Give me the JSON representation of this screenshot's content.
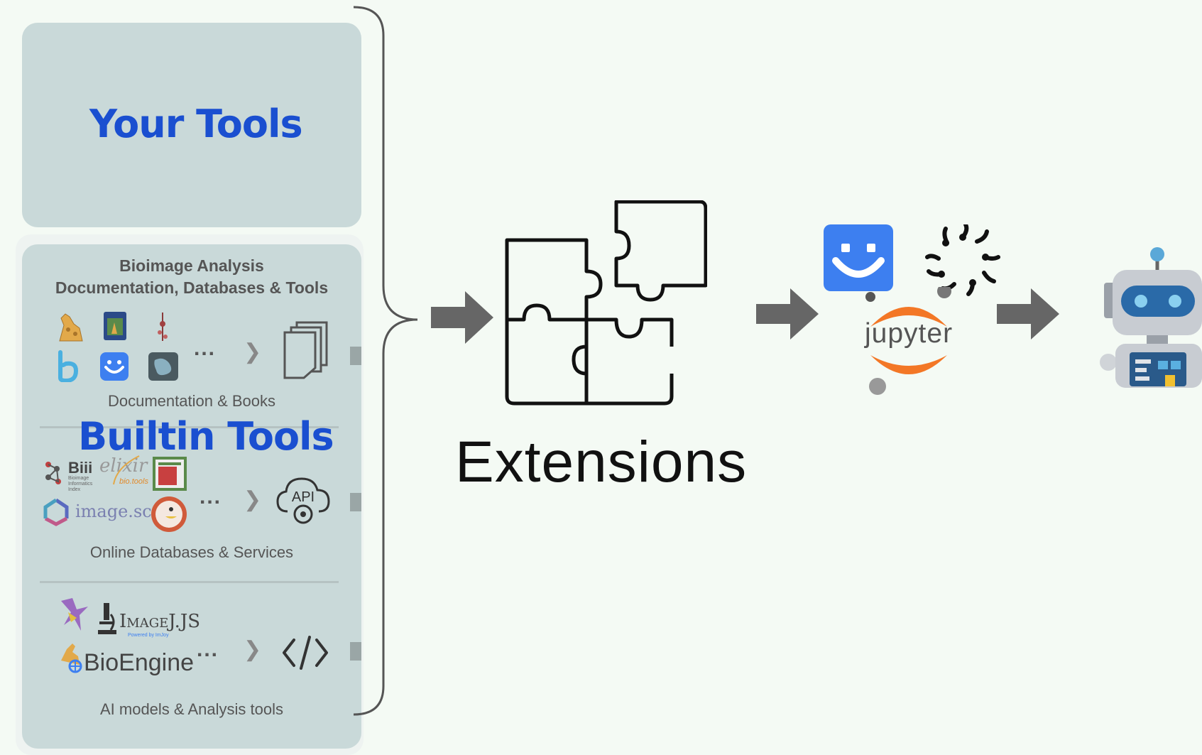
{
  "your_tools": {
    "title": "Your Tools"
  },
  "builtin": {
    "title": "Builtin Tools",
    "section_title_line1": "Bioimage Analysis",
    "section_title_line2": "Documentation, Databases & Tools",
    "docs_caption": "Documentation & Books",
    "db_caption": "Online Databases & Services",
    "ai_caption": "AI models & Analysis tools",
    "ellipsis": "...",
    "chevron": "❯",
    "logos": {
      "biii": "Biii",
      "biii_sub": "Bioimage Informatics Index",
      "elixir": "elixir",
      "biotools": "bio.tools",
      "imagesc": "image.sc",
      "imagejjs": "ImageJ.JS",
      "imagejjs_sub": "Powered by ImJoy",
      "bioengine": "BioEngine",
      "api": "API"
    }
  },
  "extensions": {
    "label": "Extensions"
  },
  "integrations": {
    "jupyter": "jupyter"
  },
  "colors": {
    "panel": "#c9d9d9",
    "title_blue": "#1a4fd0",
    "arrow": "#666666",
    "imjoy_blue": "#3d7ff0",
    "jupyter_orange": "#f37726",
    "background": "#f4faf4"
  },
  "icons": [
    "doc-stack-icon",
    "api-cloud-icon",
    "code-brackets-icon",
    "puzzle-icon",
    "imjoy-icon",
    "pyodide-icon",
    "jupyter-icon",
    "robot-icon",
    "arrow-icon"
  ]
}
